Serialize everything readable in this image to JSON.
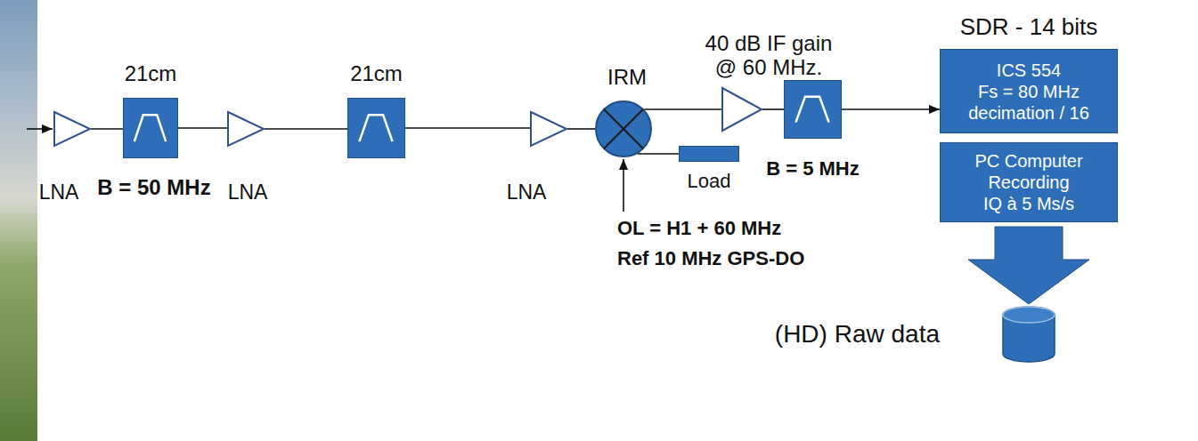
{
  "diagram": {
    "nodes": [
      {
        "text": [
          "LNA"
        ]
      },
      {
        "text": [
          "21cm",
          "B = 50 MHz"
        ]
      },
      {
        "text": [
          "LNA"
        ]
      },
      {
        "text": [
          "21cm"
        ]
      },
      {
        "text": [
          "LNA"
        ]
      },
      {
        "text": [
          "IRM"
        ]
      },
      {
        "text": [
          "Load"
        ]
      },
      {
        "text": [
          "40 dB IF gain @ 60 MHz."
        ]
      },
      {
        "text": [
          "B = 5 MHz"
        ]
      },
      {
        "text": [
          "SDR - 14 bits",
          "ICS 554",
          "Fs = 80 MHz",
          "decimation / 16"
        ]
      },
      {
        "text": [
          "PC Computer",
          "Recording",
          "IQ à 5 Ms/s"
        ]
      },
      {
        "text": [
          "(HD) Raw data"
        ]
      }
    ],
    "edges": [
      {
        "from": 0,
        "to": 1,
        "arrow": "none"
      },
      {
        "from": 1,
        "to": 2,
        "arrow": "none"
      },
      {
        "from": 2,
        "to": 3,
        "arrow": "none"
      },
      {
        "from": 3,
        "to": 4,
        "arrow": "none"
      },
      {
        "from": 4,
        "to": 5,
        "arrow": "none"
      },
      {
        "from": 5,
        "to": 7,
        "arrow": "none"
      },
      {
        "from": 5,
        "to": 6,
        "arrow": "none"
      },
      {
        "from": 7,
        "to": 8,
        "arrow": "none"
      },
      {
        "from": 8,
        "to": 9,
        "arrow": "to"
      },
      {
        "from": 10,
        "to": 11,
        "arrow": "to"
      }
    ],
    "labels": [
      "OL = H1 + 60 MHz",
      "Ref 10 MHz GPS-DO"
    ]
  }
}
